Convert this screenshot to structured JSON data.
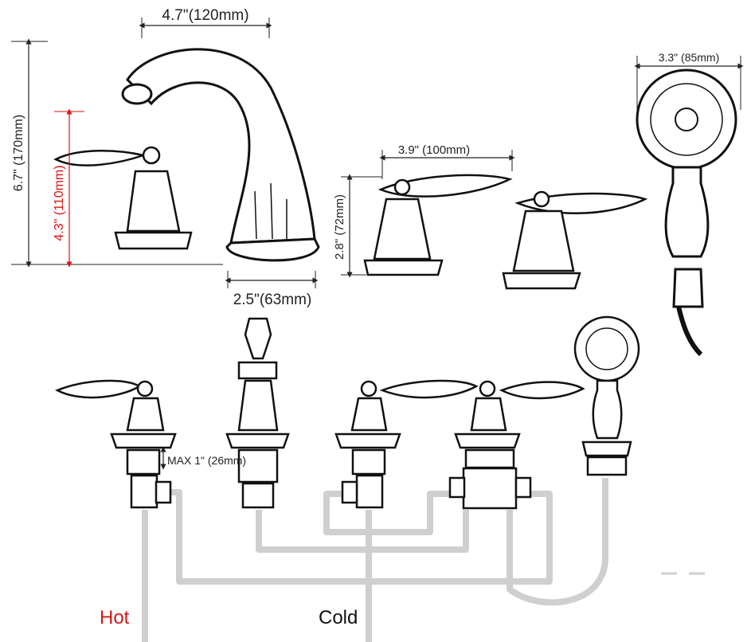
{
  "dimensions": {
    "spout_width": "4.7\"(120mm)",
    "spout_height": "6.7\" (170mm)",
    "handle_height": "4.3\" (110mm)",
    "base_diameter": "2.5\"(63mm)",
    "handle_spacing": "3.9\" (100mm)",
    "valve_height": "2.8\" (72mm)",
    "shower_head_diameter": "3.3\" (85mm)",
    "max_deck_thickness": "MAX 1\" (26mm)"
  },
  "labels": {
    "hot": "Hot",
    "cold": "Cold"
  },
  "colors": {
    "line": "#111111",
    "dimension_red": "#e01010",
    "pipe": "#cfcfcf",
    "hot_label": "#d01818"
  }
}
